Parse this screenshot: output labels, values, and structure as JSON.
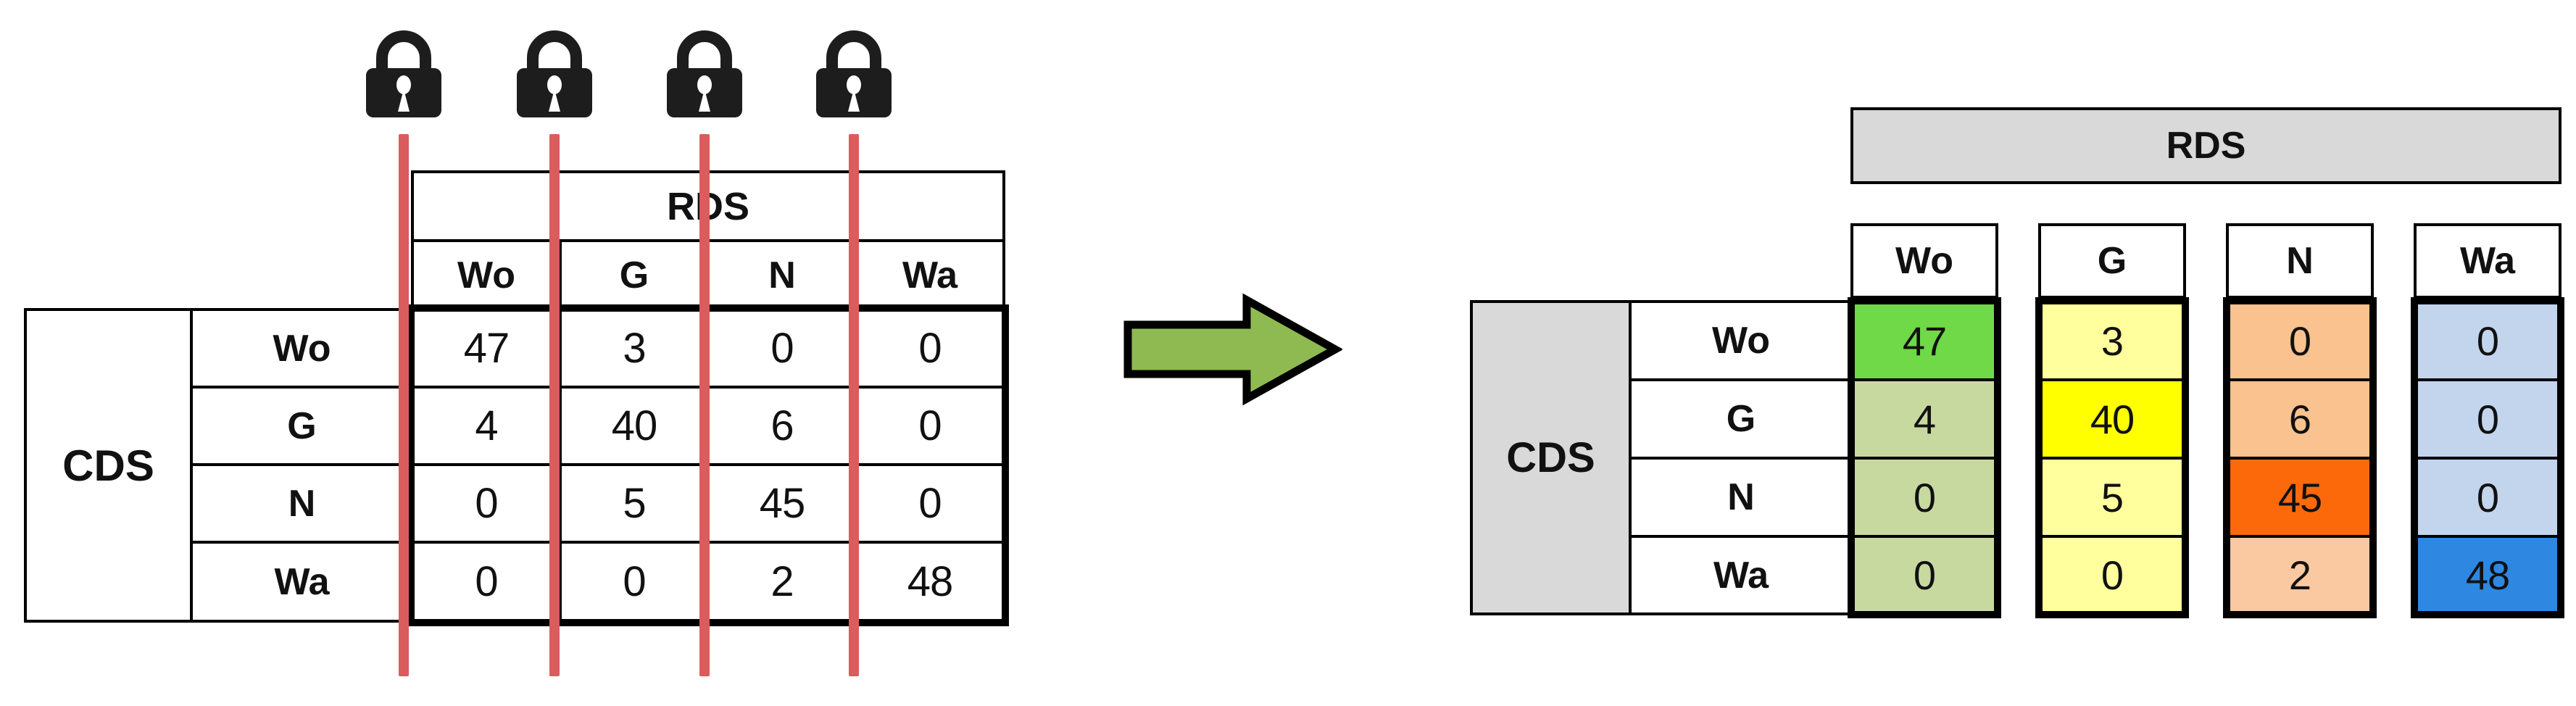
{
  "figure": {
    "description_labels": {
      "left_group_header": "RDS",
      "left_corner": "CDS",
      "right_group_header": "RDS",
      "right_corner": "CDS"
    },
    "left_table": {
      "group_label": "RDS",
      "corner_label": "CDS",
      "col_headers": [
        "Wo",
        "G",
        "N",
        "Wa"
      ],
      "row_headers": [
        "Wo",
        "G",
        "N",
        "Wa"
      ],
      "rows": [
        [
          47,
          3,
          0,
          0
        ],
        [
          4,
          40,
          6,
          0
        ],
        [
          0,
          5,
          45,
          0
        ],
        [
          0,
          0,
          2,
          48
        ]
      ]
    },
    "right_table": {
      "group_label": "RDS",
      "corner_label": "CDS",
      "row_headers": [
        "Wo",
        "G",
        "N",
        "Wa"
      ],
      "columns": [
        {
          "header": "Wo",
          "values": [
            47,
            4,
            0,
            0
          ],
          "colors": [
            "#6FD947",
            "#C8D9A0",
            "#C8D9A0",
            "#C8D9A0"
          ]
        },
        {
          "header": "G",
          "values": [
            3,
            40,
            5,
            0
          ],
          "colors": [
            "#FFFF9E",
            "#FFFF00",
            "#FFFF9E",
            "#FFFF9E"
          ]
        },
        {
          "header": "N",
          "values": [
            0,
            6,
            45,
            2
          ],
          "colors": [
            "#F9C28E",
            "#F9C28E",
            "#FB690A",
            "#FBC9A1"
          ]
        },
        {
          "header": "Wa",
          "values": [
            0,
            0,
            0,
            48
          ],
          "colors": [
            "#C3D4ED",
            "#C3D4ED",
            "#C3D4ED",
            "#2E87E1"
          ]
        }
      ]
    },
    "icons": {
      "lock": "lock-icon",
      "arrow": "right-arrow-icon",
      "lock_count": 4,
      "cut_line_count": 4
    },
    "colors": {
      "cut_line_red": "#DB5C5C",
      "arrow_green": "#8FBA51",
      "header_gray": "#D9D9D9",
      "lock_black": "#1d1d1d",
      "border_black": "#000000"
    }
  }
}
